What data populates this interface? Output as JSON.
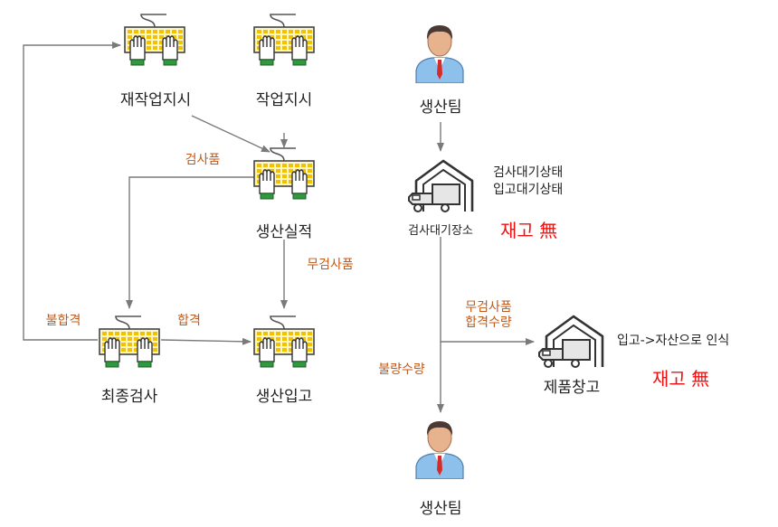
{
  "nodes": {
    "rework_order": "재작업지시",
    "work_order": "작업지시",
    "production_result": "생산실적",
    "final_inspection": "최종검사",
    "production_receipt": "생산입고",
    "production_team_top": "생산팀",
    "inspection_wait_area": "검사대기장소",
    "product_warehouse": "제품창고",
    "production_team_bottom": "생산팀"
  },
  "edges": {
    "inspection_item": "검사품",
    "no_inspection_item": "무검사품",
    "fail": "불합격",
    "pass": "합격",
    "no_inspection_item_2": "무검사품",
    "pass_qty": "합격수량",
    "defect_qty": "불량수량"
  },
  "status": {
    "inspection_wait": "검사대기상태",
    "receipt_wait": "입고대기상태",
    "stock_none_1": "재고 無",
    "receipt_asset": "입고->자산으로 인식",
    "stock_none_2": "재고 無"
  },
  "colors": {
    "edge_label": "#c05a1a",
    "stock_none": "#ee1111",
    "arrow": "#7a7a7a",
    "keyboard_key": "#f2c200",
    "keyboard_body": "#fff3b0",
    "shirt": "#7eb6e8",
    "tie": "#d62b2b"
  },
  "icons": [
    "keyboard-hands-icon",
    "person-icon",
    "warehouse-truck-icon"
  ]
}
